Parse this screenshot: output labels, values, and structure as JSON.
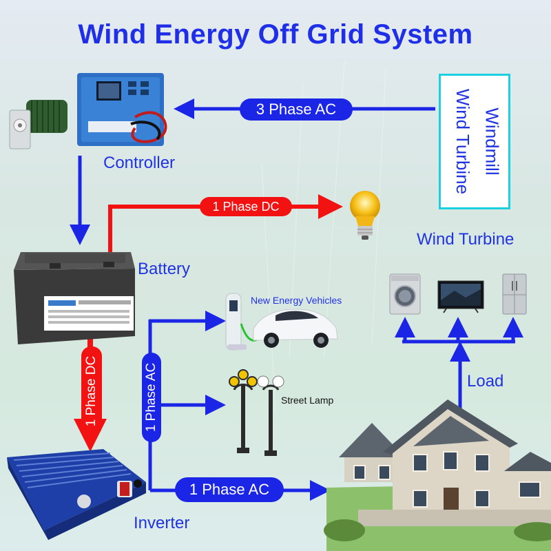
{
  "title": "Wind Energy Off Grid System",
  "turbine_box": {
    "line1": "Windmill",
    "line2": "Wind Turbine"
  },
  "labels": {
    "controller": "Controller",
    "battery": "Battery",
    "inverter": "Inverter",
    "wind_turbine": "Wind Turbine",
    "load": "Load",
    "new_energy_vehicles": "New Energy Vehicles",
    "street_lamp": "Street Lamp"
  },
  "connections": {
    "three_phase_ac": "3  Phase AC",
    "one_phase_dc_top": "1 Phase DC",
    "one_phase_dc_vertical": "1 Phase DC",
    "one_phase_ac_vertical": "1 Phase AC",
    "one_phase_ac_bottom": "1 Phase AC"
  },
  "colors": {
    "ac_line": "#1a25e6",
    "dc_line": "#f21212",
    "title": "#1f2fe8"
  }
}
